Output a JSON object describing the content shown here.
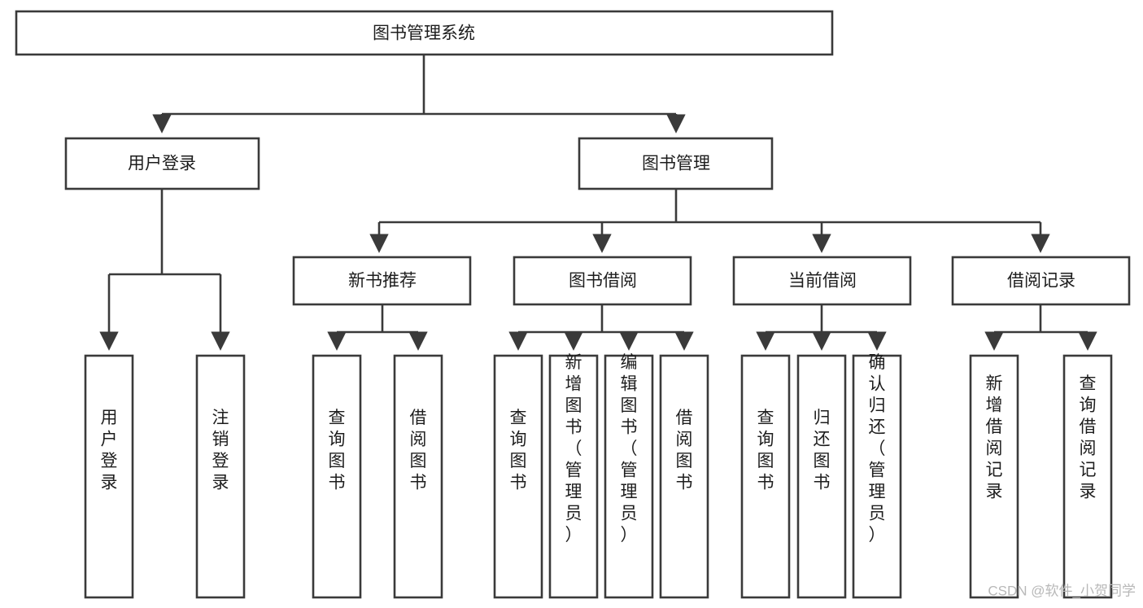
{
  "diagram": {
    "type": "tree",
    "title": "图书管理系统",
    "watermark": "CSDN @软件_小贺同学",
    "colors": {
      "box_stroke": "#3a3a3a",
      "box_fill": "#ffffff",
      "text": "#1d1d1d",
      "background": "#ffffff",
      "watermark": "#b8b8b8"
    },
    "levels": {
      "root": {
        "label": "图书管理系统"
      },
      "level2": [
        {
          "id": "user-login",
          "label": "用户登录"
        },
        {
          "id": "book-manage",
          "label": "图书管理"
        }
      ],
      "level3": [
        {
          "id": "new-book-rec",
          "label": "新书推荐"
        },
        {
          "id": "book-borrow",
          "label": "图书借阅"
        },
        {
          "id": "current-borrow",
          "label": "当前借阅"
        },
        {
          "id": "borrow-record",
          "label": "借阅记录"
        }
      ],
      "leaves": {
        "user-login": [
          {
            "id": "leaf-user-login",
            "label": "用户登录"
          },
          {
            "id": "leaf-user-logout",
            "label": "注销登录"
          }
        ],
        "new-book-rec": [
          {
            "id": "leaf-query-book-1",
            "label": "查询图书"
          },
          {
            "id": "leaf-borrow-book-1",
            "label": "借阅图书"
          }
        ],
        "book-borrow": [
          {
            "id": "leaf-query-book-2",
            "label": "查询图书"
          },
          {
            "id": "leaf-add-book",
            "label": "新增图书（管理员）"
          },
          {
            "id": "leaf-edit-book",
            "label": "编辑图书（管理员）"
          },
          {
            "id": "leaf-borrow-book-2",
            "label": "借阅图书"
          }
        ],
        "current-borrow": [
          {
            "id": "leaf-query-book-3",
            "label": "查询图书"
          },
          {
            "id": "leaf-return-book",
            "label": "归还图书"
          },
          {
            "id": "leaf-confirm-return",
            "label": "确认归还（管理员）"
          }
        ],
        "borrow-record": [
          {
            "id": "leaf-add-record",
            "label": "新增借阅记录"
          },
          {
            "id": "leaf-query-record",
            "label": "查询借阅记录"
          }
        ]
      }
    }
  }
}
